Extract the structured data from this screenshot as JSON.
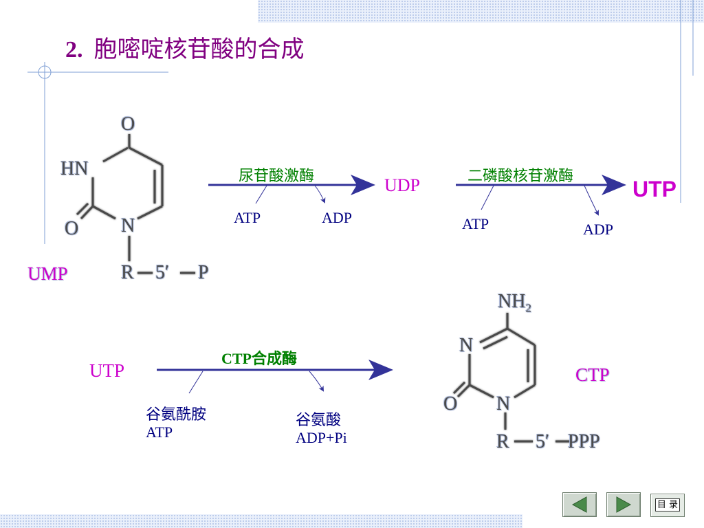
{
  "title": {
    "number": "2.",
    "text": "胞嘧啶核苷酸的合成"
  },
  "reaction1": {
    "substrate": "UMP",
    "enzyme1": "尿苷酸激酶",
    "cofactor_in1": "ATP",
    "cofactor_out1": "ADP",
    "intermediate": "UDP",
    "enzyme2": "二磷酸核苷激酶",
    "cofactor_in2": "ATP",
    "cofactor_out2": "ADP",
    "product": "UTP"
  },
  "reaction2": {
    "substrate": "UTP",
    "enzyme": "CTP合成酶",
    "inputs": [
      "谷氨酰胺",
      "ATP"
    ],
    "outputs": [
      "谷氨酸",
      "ADP+Pi"
    ],
    "product": "CTP"
  },
  "ump_structure": {
    "O_top": "O",
    "HN": "HN",
    "O_left": "O",
    "N": "N",
    "R": "R",
    "five": "5′",
    "P": "P"
  },
  "ctp_structure": {
    "NH": "NH",
    "sub2": "2",
    "N_top": "N",
    "O_left": "O",
    "N": "N",
    "R": "R",
    "five": "5′",
    "PPP": "PPP"
  },
  "nav": {
    "toc_label": "目 录"
  },
  "colors": {
    "title": "#800080",
    "enzyme": "#008000",
    "compound": "#cc00cc",
    "arrow": "#333399",
    "text": "#000080"
  }
}
